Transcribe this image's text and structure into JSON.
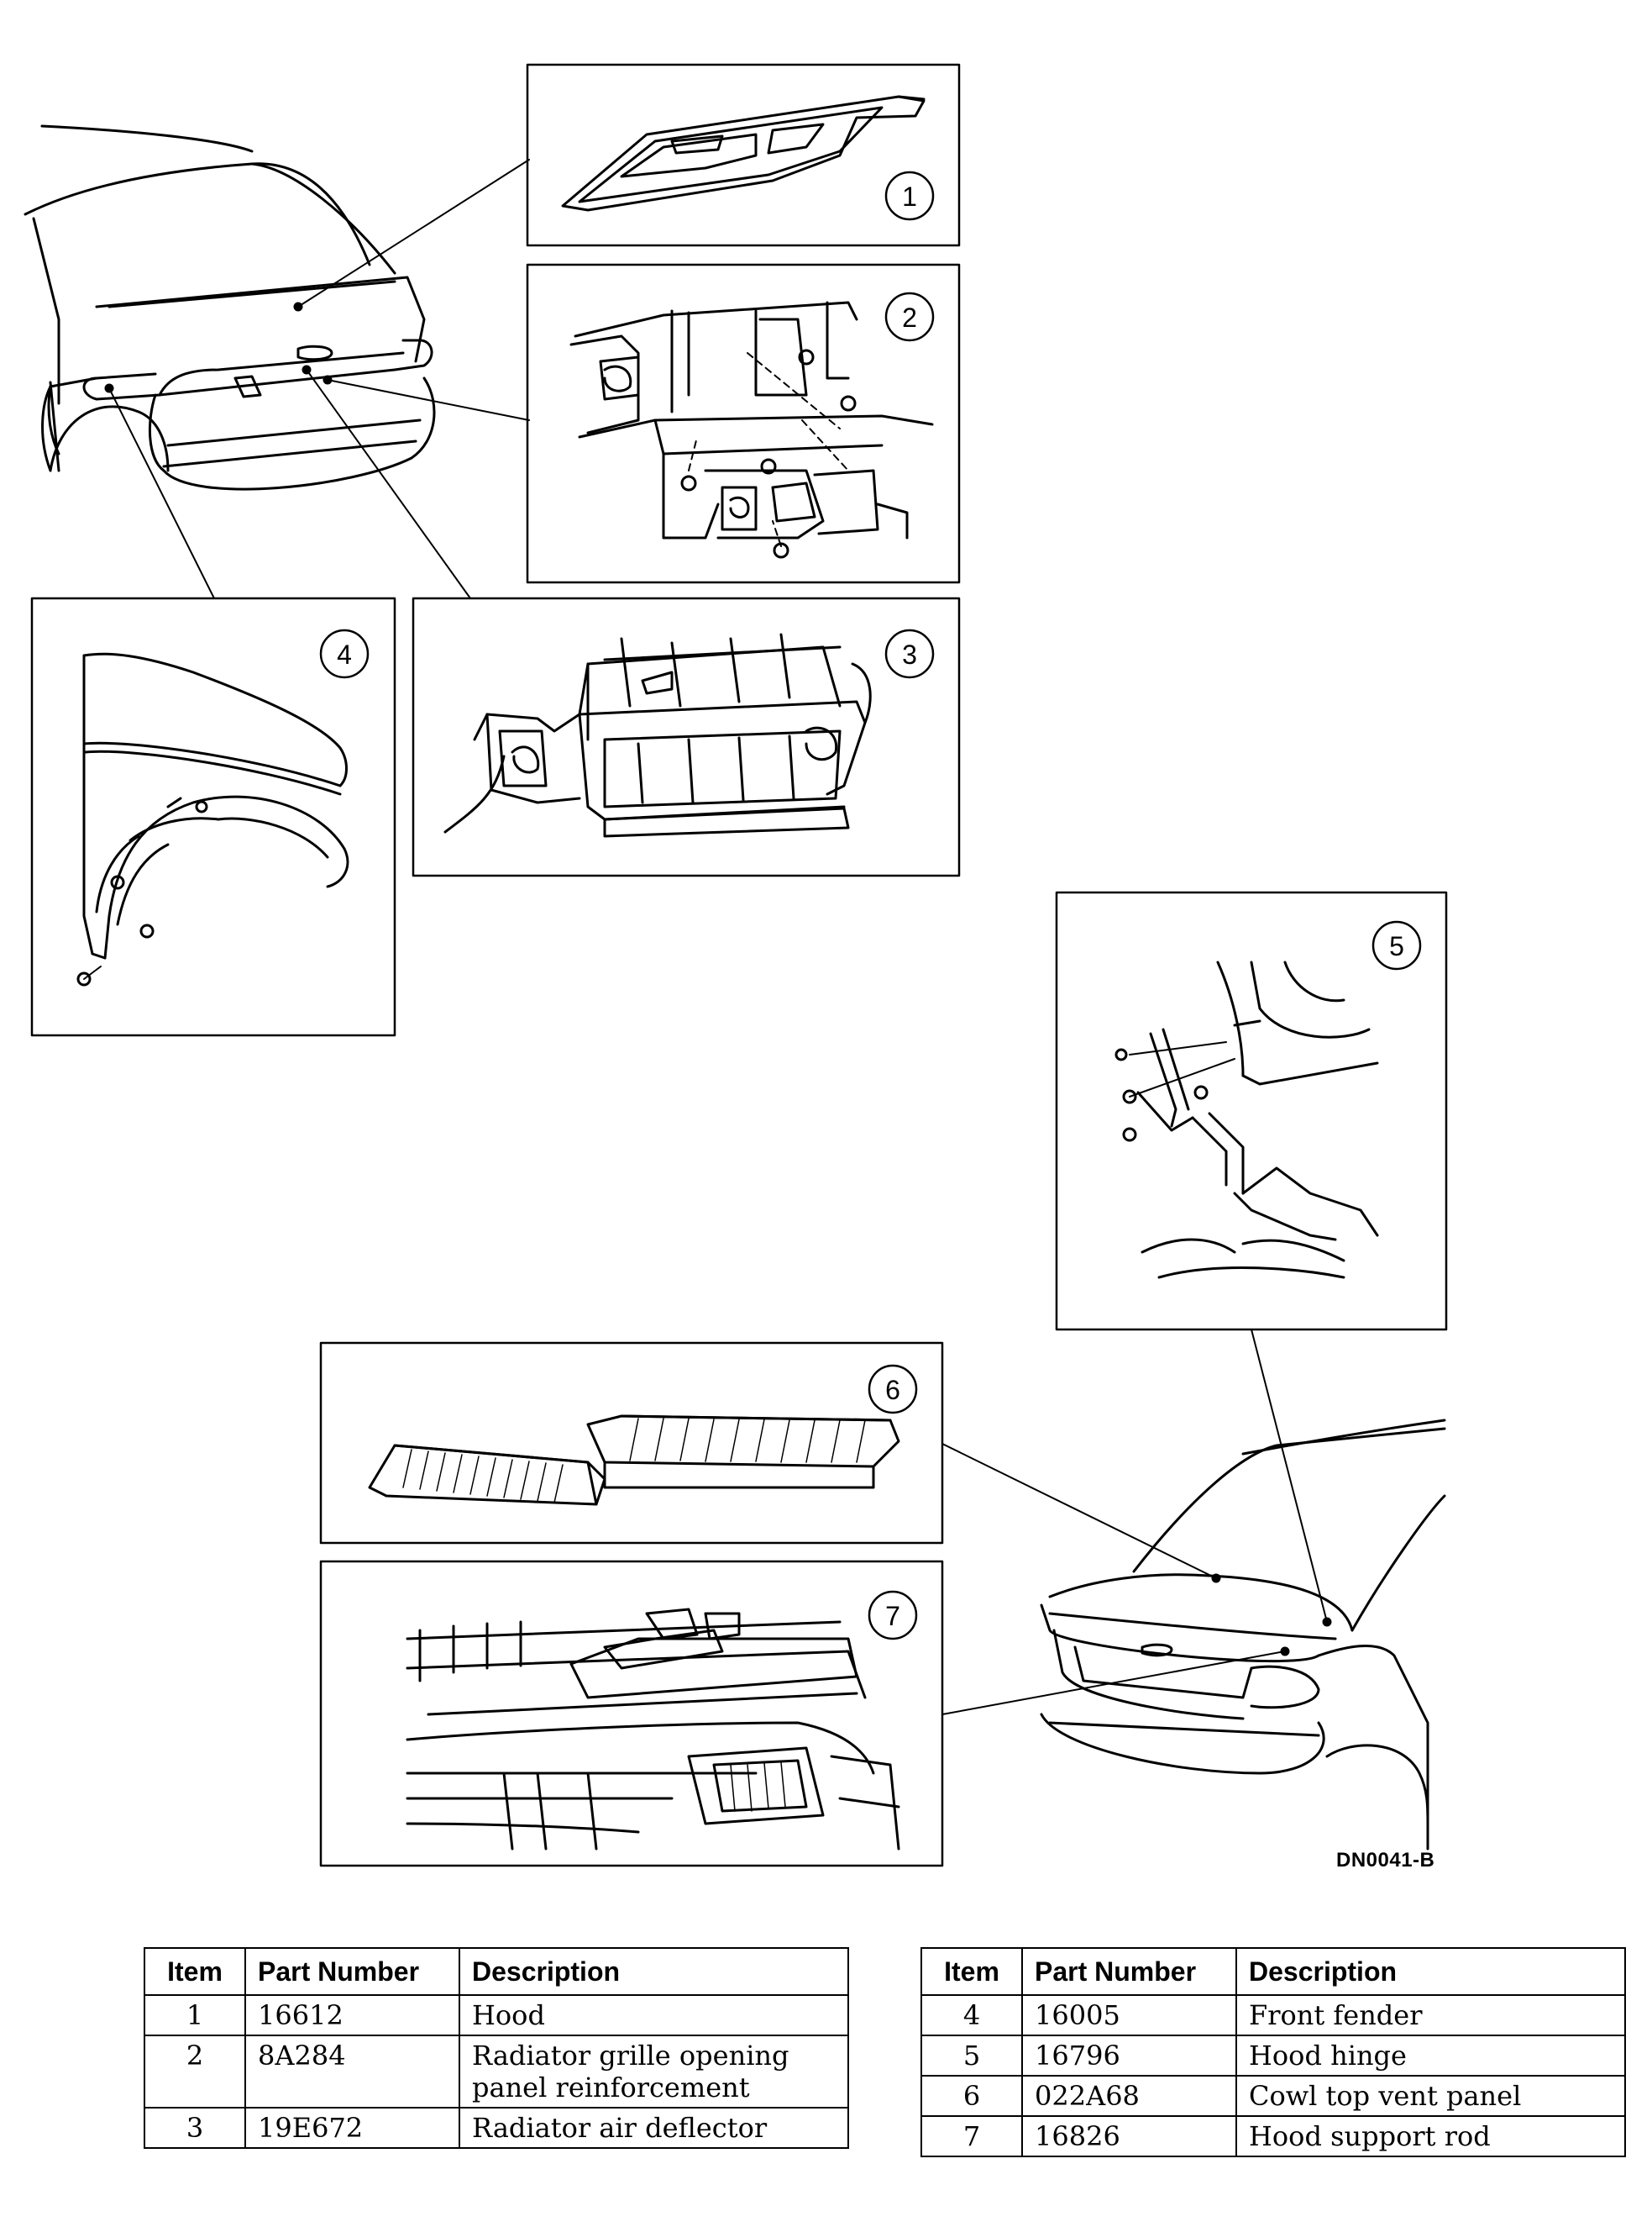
{
  "callouts": [
    "1",
    "2",
    "3",
    "4",
    "5",
    "6",
    "7"
  ],
  "diagram_code": "DN0041-B",
  "table_headers": {
    "item": "Item",
    "part_number": "Part Number",
    "description": "Description"
  },
  "table_left": [
    {
      "item": "1",
      "part": "16612",
      "desc": "Hood"
    },
    {
      "item": "2",
      "part": "8A284",
      "desc": "Radiator grille opening panel reinforcement"
    },
    {
      "item": "3",
      "part": "19E672",
      "desc": "Radiator air deflector"
    }
  ],
  "table_right": [
    {
      "item": "4",
      "part": "16005",
      "desc": "Front fender"
    },
    {
      "item": "5",
      "part": "16796",
      "desc": "Hood hinge"
    },
    {
      "item": "6",
      "part": "022A68",
      "desc": "Cowl top vent panel"
    },
    {
      "item": "7",
      "part": "16826",
      "desc": "Hood support rod"
    }
  ]
}
